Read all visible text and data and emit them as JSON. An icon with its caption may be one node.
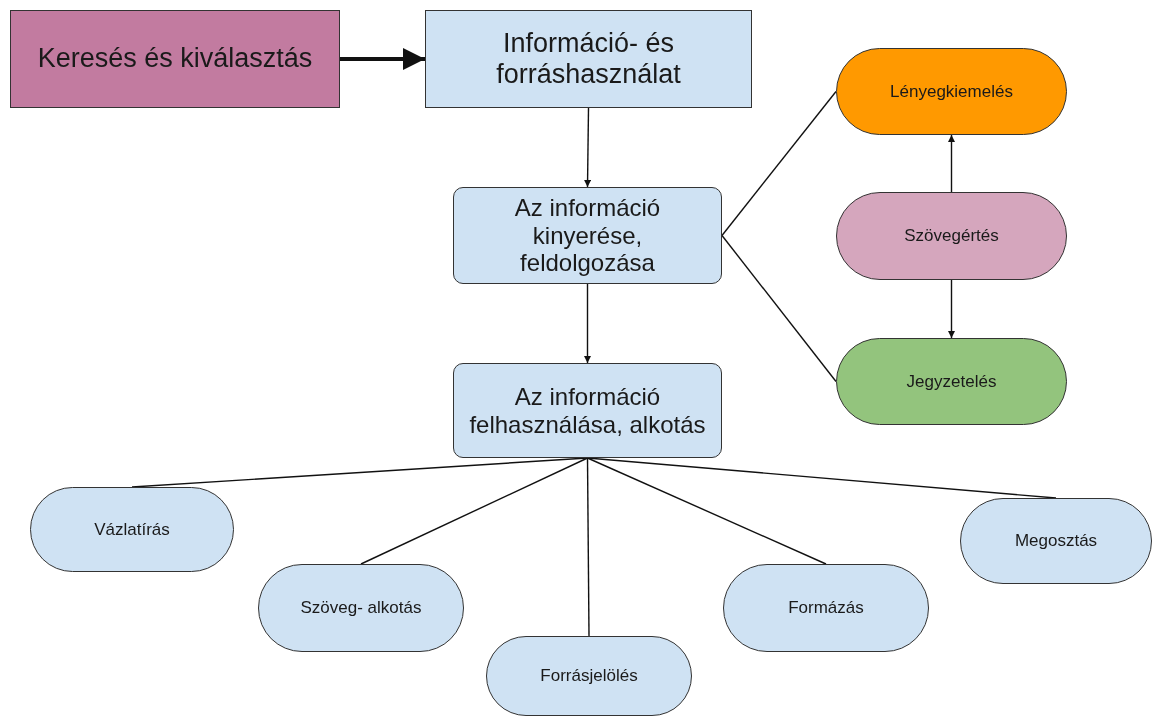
{
  "diagram": {
    "nodes": [
      {
        "text": [
          "Keresés és kiválasztás"
        ]
      },
      {
        "text": [
          "Információ- és forráshasználat"
        ]
      },
      {
        "text": [
          "Az információ kinyerése, feldolgozása"
        ]
      },
      {
        "text": [
          "Az információ felhasználása, alkotás"
        ]
      },
      {
        "text": [
          "Lényegkiemelés"
        ]
      },
      {
        "text": [
          "Szövegértés"
        ]
      },
      {
        "text": [
          "Jegyzetelés"
        ]
      },
      {
        "text": [
          "Vázlatírás"
        ]
      },
      {
        "text": [
          "Szöveg- alkotás"
        ]
      },
      {
        "text": [
          "Forrásjelölés"
        ]
      },
      {
        "text": [
          "Formázás"
        ]
      },
      {
        "text": [
          "Megosztás"
        ]
      }
    ],
    "edges": [
      {
        "from": 0,
        "to": 1,
        "arrow": "to",
        "style": "thick"
      },
      {
        "from": 1,
        "to": 2,
        "arrow": "to"
      },
      {
        "from": 2,
        "to": 3,
        "arrow": "to"
      },
      {
        "from": 2,
        "to": 4,
        "arrow": "none"
      },
      {
        "from": 2,
        "to": 6,
        "arrow": "none"
      },
      {
        "from": 5,
        "to": 4,
        "arrow": "to"
      },
      {
        "from": 5,
        "to": 6,
        "arrow": "to"
      },
      {
        "from": 3,
        "to": 7,
        "arrow": "none"
      },
      {
        "from": 3,
        "to": 8,
        "arrow": "none"
      },
      {
        "from": 3,
        "to": 9,
        "arrow": "none"
      },
      {
        "from": 3,
        "to": 10,
        "arrow": "none"
      },
      {
        "from": 3,
        "to": 11,
        "arrow": "none"
      }
    ]
  }
}
